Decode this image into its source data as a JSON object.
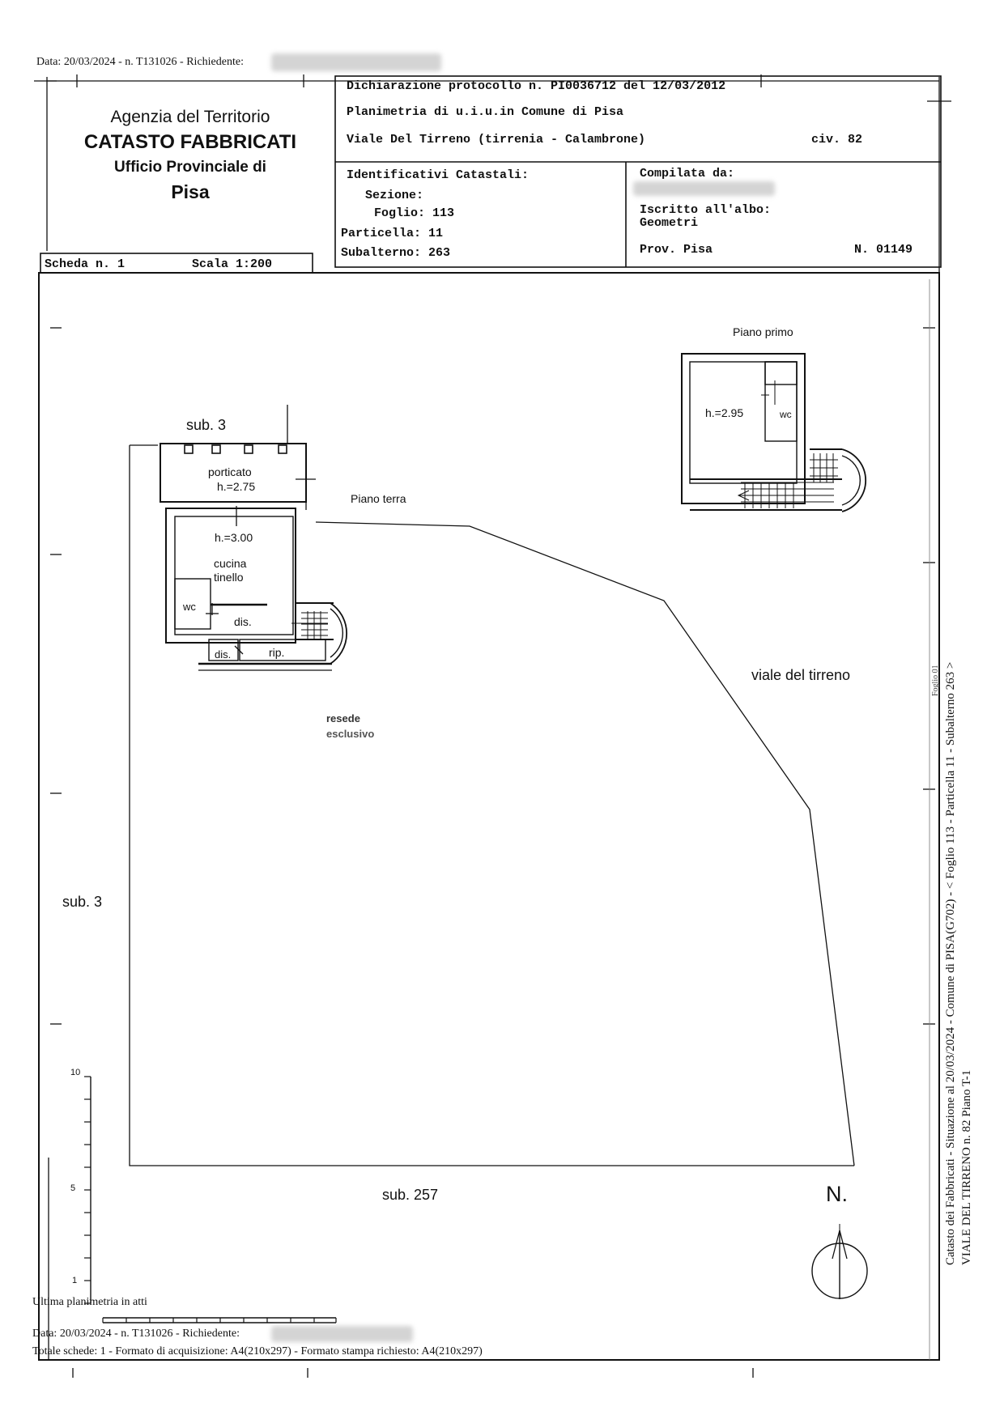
{
  "header_meta": {
    "top_line": "Data: 20/03/2024 - n. T131026 - Richiedente:",
    "bottom_line": "Data: 20/03/2024 - n. T131026 - Richiedente:",
    "last_plan": "Ultima planimetria in atti",
    "totals": "Totale schede: 1 - Formato di acquisizione: A4(210x297)  - Formato stampa richiesto: A4(210x297)"
  },
  "agency": {
    "line1": "Agenzia del Territorio",
    "line2": "CATASTO FABBRICATI",
    "line3": "Ufficio Provinciale di",
    "line4": "Pisa"
  },
  "declaration": {
    "protocol": "Dichiarazione protocollo n. PI0036712  del 12/03/2012",
    "plan_title": "Planimetria di u.i.u.in Comune di Pisa",
    "address": "Viale Del Tirreno (tirrenia - Calambrone)",
    "civ": "civ. 82"
  },
  "identifiers": {
    "heading": "Identificativi Catastali:",
    "sezione": "Sezione:",
    "foglio": "Foglio: 113",
    "particella": "Particella: 11",
    "subalterno": "Subalterno: 263"
  },
  "compiler": {
    "heading": "Compilata da:",
    "albo": "Iscritto all'albo:",
    "profession": "Geometri",
    "prov": "Prov. Pisa",
    "number": "N. 01149"
  },
  "sheet": {
    "scheda": "Scheda n. 1",
    "scala": "Scala 1:200"
  },
  "plan_labels": {
    "piano_primo": "Piano primo",
    "h_first": "h.=2.95",
    "wc_first": "wc",
    "sub3_top": "sub. 3",
    "porticato": "porticato",
    "h_porticato": "h.=2.75",
    "piano_terra": "Piano terra",
    "h_kitchen": "h.=3.00",
    "cucina": "cucina",
    "tinello": "tinello",
    "wc_ground": "wc",
    "dis1": "dis.",
    "dis2": "dis.",
    "rip": "rip.",
    "viale": "viale del tirreno",
    "resede": "resede",
    "esclusivo": "esclusivo",
    "sub3_left": "sub. 3",
    "sub257": "sub. 257",
    "north": "N."
  },
  "scale_bar": {
    "ticks": [
      "10",
      "5",
      "1"
    ]
  },
  "side_text": {
    "line1": "Catasto dei Fabbricati - Situazione al 20/03/2024 - Comune di PISA(G702) - < Foglio 113 - Particella 11 - Subalterno 263 >",
    "line2": "VIALE DEL TIRRENO n. 82 Piano T-1",
    "small": "Foglio 01"
  }
}
